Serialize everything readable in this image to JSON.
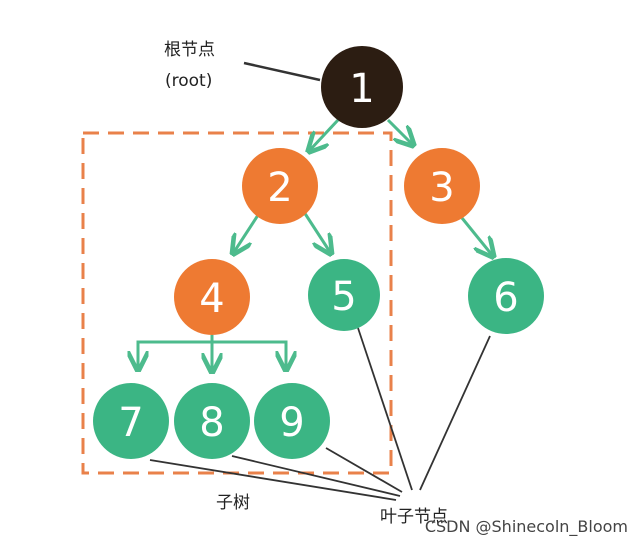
{
  "colors": {
    "root": "#2c1d12",
    "orange": "#ee7a32",
    "green": "#3bb584",
    "arrow": "#4dbb8d",
    "dashed": "#e9814a",
    "line": "#333333"
  },
  "nodes": [
    {
      "label": "1",
      "color": "root"
    },
    {
      "label": "2",
      "color": "orange"
    },
    {
      "label": "3",
      "color": "orange"
    },
    {
      "label": "4",
      "color": "orange"
    },
    {
      "label": "5",
      "color": "green"
    },
    {
      "label": "6",
      "color": "green"
    },
    {
      "label": "7",
      "color": "green"
    },
    {
      "label": "8",
      "color": "green"
    },
    {
      "label": "9",
      "color": "green"
    }
  ],
  "annotations": {
    "root_label_line1": "根节点",
    "root_label_line2": "(root)",
    "subtree_label": "子树",
    "leaf_label": "叶子节点"
  },
  "watermark": "CSDN @Shinecoln_Bloom"
}
